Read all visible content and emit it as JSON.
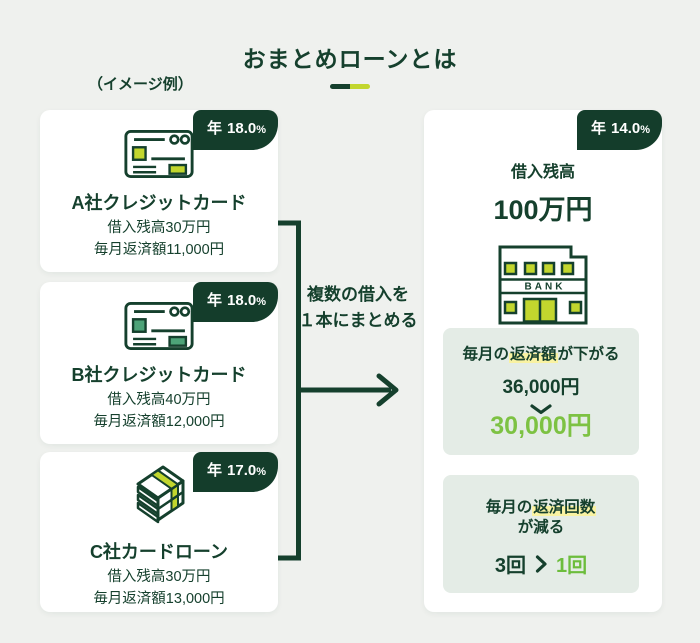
{
  "colors": {
    "dark_green": "#15402d",
    "badge_bg": "#143d2b",
    "accent_yellow_green": "#c2d62e",
    "light_green_amount": "#7dc243",
    "medium_green": "#4da378",
    "benefit_box_bg": "#e4ece6",
    "highlight_yellow": "#f9f2a2",
    "page_bg": "#eff1ee"
  },
  "header": {
    "title": "おまとめローンとは",
    "example_label": "（イメージ例）"
  },
  "connector": {
    "label_line1": "複数の借入を",
    "label_line2": "１本にまとめる"
  },
  "loans": [
    {
      "rate_prefix": "年",
      "rate_value": "18.0",
      "rate_unit": "%",
      "name": "A社クレジットカード",
      "balance": "借入残高30万円",
      "payment": "毎月返済額11,000円",
      "icon": "credit-card-icon"
    },
    {
      "rate_prefix": "年",
      "rate_value": "18.0",
      "rate_unit": "%",
      "name": "B社クレジットカード",
      "balance": "借入残高40万円",
      "payment": "毎月返済額12,000円",
      "icon": "credit-card-icon"
    },
    {
      "rate_prefix": "年",
      "rate_value": "17.0",
      "rate_unit": "%",
      "name": "C社カードローン",
      "balance": "借入残高30万円",
      "payment": "毎月返済額13,000円",
      "icon": "money-stack-icon"
    }
  ],
  "result": {
    "rate_prefix": "年",
    "rate_value": "14.0",
    "rate_unit": "%",
    "balance_label": "借入残高",
    "balance_value": "100万円",
    "bank_sign": "BANK",
    "benefits": [
      {
        "title_pre": "毎月の",
        "title_highlight": "返済額",
        "title_post": "が下がる",
        "before_value": "36,000円",
        "after_value": "30,000円"
      },
      {
        "title_pre": "毎月の",
        "title_highlight": "返済回数",
        "title_line2": "が減る",
        "before_value": "3回",
        "after_value": "1回"
      }
    ]
  }
}
